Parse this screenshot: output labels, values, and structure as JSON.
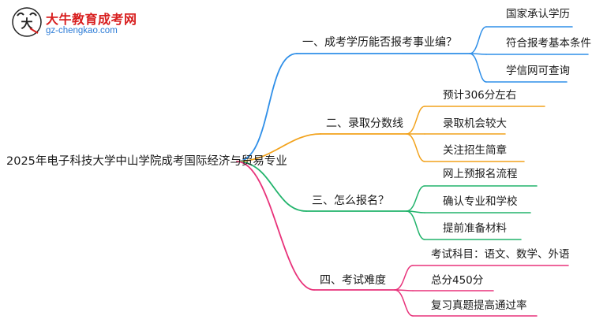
{
  "logo": {
    "title": "大牛教育成考网",
    "url": "gz-chengkao.com"
  },
  "mindmap": {
    "root": "2025年电子科技大学中山学院成考国际经济与贸易专业",
    "branches": [
      {
        "label": "一、成考学历能否报考事业编？",
        "color": "#2f8fe8",
        "children": [
          "国家承认学历",
          "符合报考基本条件",
          "学信网可查询"
        ]
      },
      {
        "label": "二、录取分数线",
        "color": "#f2a21b",
        "children": [
          "预计306分左右",
          "录取机会较大",
          "关注招生简章"
        ]
      },
      {
        "label": "三、怎么报名？",
        "color": "#21b36b",
        "children": [
          "网上预报名流程",
          "确认专业和学校",
          "提前准备材料"
        ]
      },
      {
        "label": "四、考试难度",
        "color": "#e8327a",
        "children": [
          "考试科目：语文、数学、外语",
          "总分450分",
          "复习真题提高通过率"
        ]
      }
    ]
  }
}
